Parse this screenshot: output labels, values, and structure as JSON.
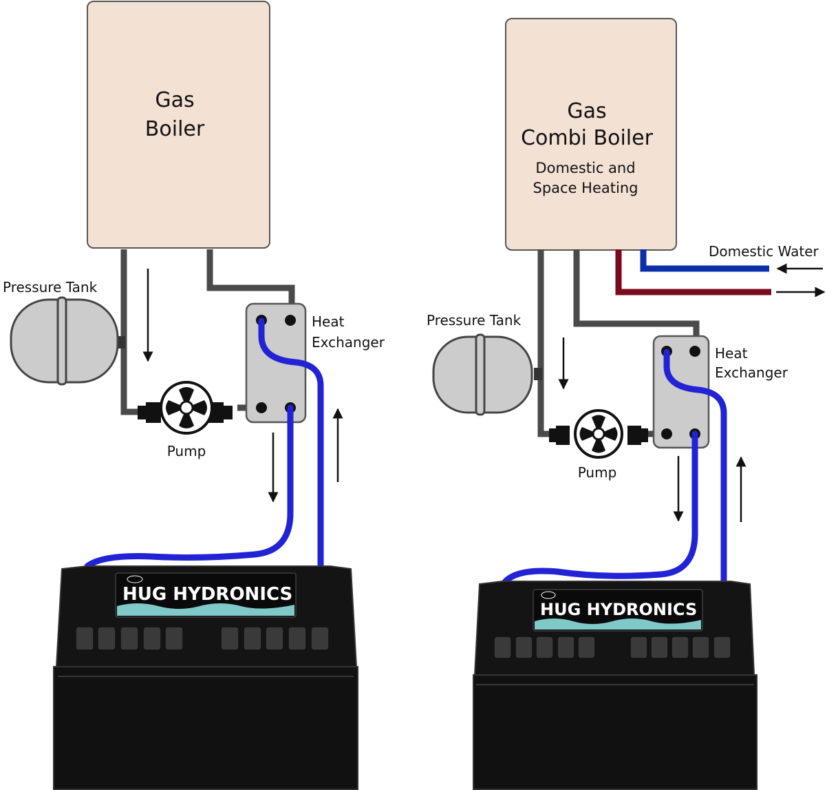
{
  "diagram_left": {
    "boiler_line1": "Gas",
    "boiler_line2": "Boiler",
    "pressure_tank_label": "Pressure Tank",
    "heat_exchanger_line1": "Heat",
    "heat_exchanger_line2": "Exchanger",
    "pump_label": "Pump",
    "brand_label": "HUG HYDRONICS"
  },
  "diagram_right": {
    "boiler_line1": "Gas",
    "boiler_line2": "Combi Boiler",
    "boiler_sub1": "Domestic and",
    "boiler_sub2": "Space Heating",
    "domestic_water_label": "Domestic Water",
    "pressure_tank_label": "Pressure Tank",
    "heat_exchanger_line1": "Heat",
    "heat_exchanger_line2": "Exchanger",
    "pump_label": "Pump",
    "brand_label": "HUG HYDRONICS"
  },
  "colors": {
    "boiler_fill": "#f3e1d4",
    "pipe_gray": "#4a4a4a",
    "loop_blue": "#2323d6",
    "cold_blue": "#0a2fa8",
    "hot_red": "#7a0a1e",
    "tank_fill": "#cccccc",
    "heater_body": "#111111",
    "label_water": "#7fc9c9"
  }
}
